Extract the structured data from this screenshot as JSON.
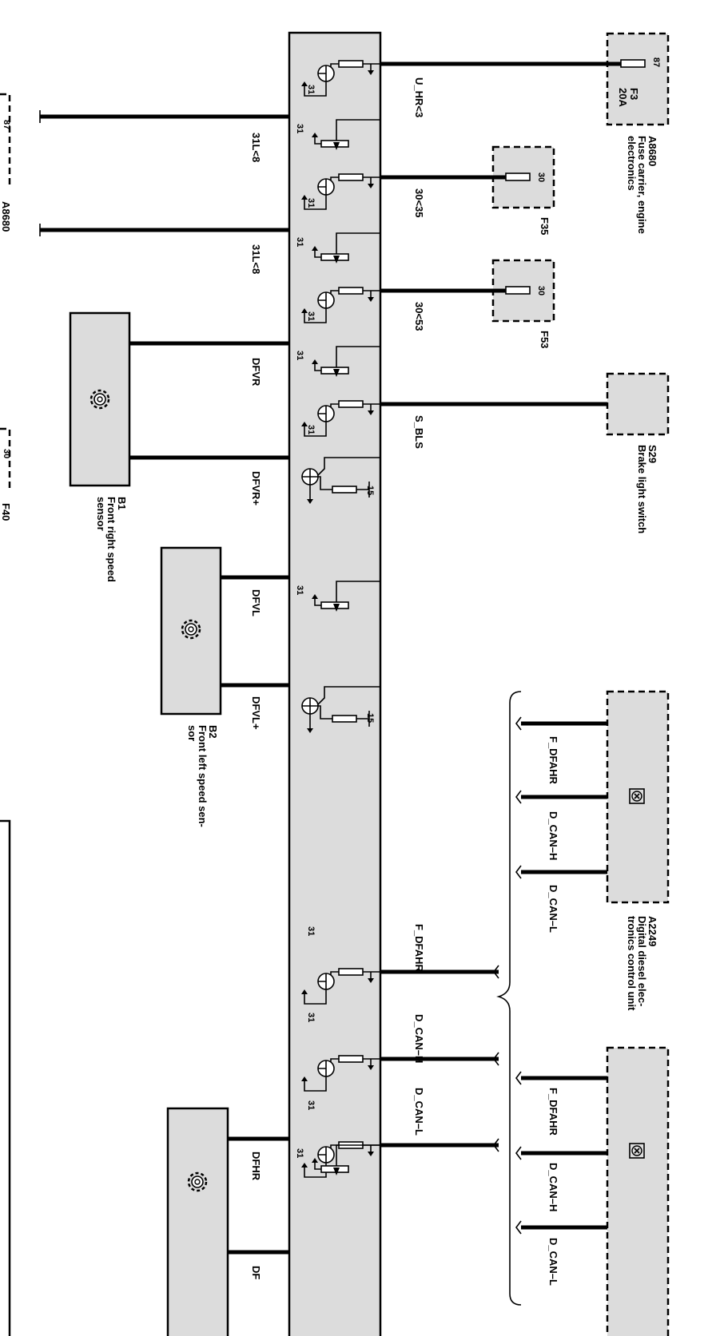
{
  "colors": {
    "module_fill": "#dcdcdc",
    "ink": "#000000",
    "background": "#ffffff"
  },
  "icons": {
    "sensor": "gear-icon",
    "control_unit": "ecu-icon"
  },
  "components": {
    "a8680": {
      "id": "A8680",
      "desc_1": "Fuse carrier, engine",
      "desc_2": "electronics",
      "fuse_pin": "87",
      "fuse_id": "F3",
      "fuse_rating": "20A"
    },
    "a8680_partial": {
      "id": "A8680",
      "pin": "87"
    },
    "f35": {
      "id": "F35",
      "pin": "30"
    },
    "f53": {
      "id": "F53",
      "pin": "30"
    },
    "f40_partial": {
      "id": "F40",
      "pin": "30"
    },
    "s29": {
      "id": "S29",
      "desc_1": "Brake light switch"
    },
    "b1": {
      "id": "B1",
      "desc_1": "Front right speed",
      "desc_2": "sensor"
    },
    "b2": {
      "id": "B2",
      "desc_1": "Front left speed sen-",
      "desc_2": "sor"
    },
    "a2249": {
      "id": "A2249",
      "desc_1": "Digital diesel elec-",
      "desc_2": "tronics control unit"
    }
  },
  "signals": {
    "u_hr": "U_HR<3",
    "l31_1": "31L<8",
    "s30_35": "30<35",
    "l31_2": "31L<8",
    "s30_53": "30<53",
    "dfvr": "DFVR",
    "s_bls": "S_BLS",
    "dfvr_plus": "DFVR+",
    "dfvl": "DFVL",
    "dfvl_plus": "DFVL+",
    "f_dfahr": "F_DFAHR",
    "d_can_h": "D_CAN–H",
    "d_can_l": "D_CAN–L",
    "dfhr": "DFHR",
    "df_partial": "DF"
  },
  "a2249_pins": [
    "F_DFAHR",
    "D_CAN–H",
    "D_CAN–L"
  ],
  "lower_ecu_pins": [
    "F_DFAHR",
    "D_CAN–H",
    "D_CAN–L"
  ],
  "terminals": {
    "t31": "31",
    "t15": "15"
  }
}
